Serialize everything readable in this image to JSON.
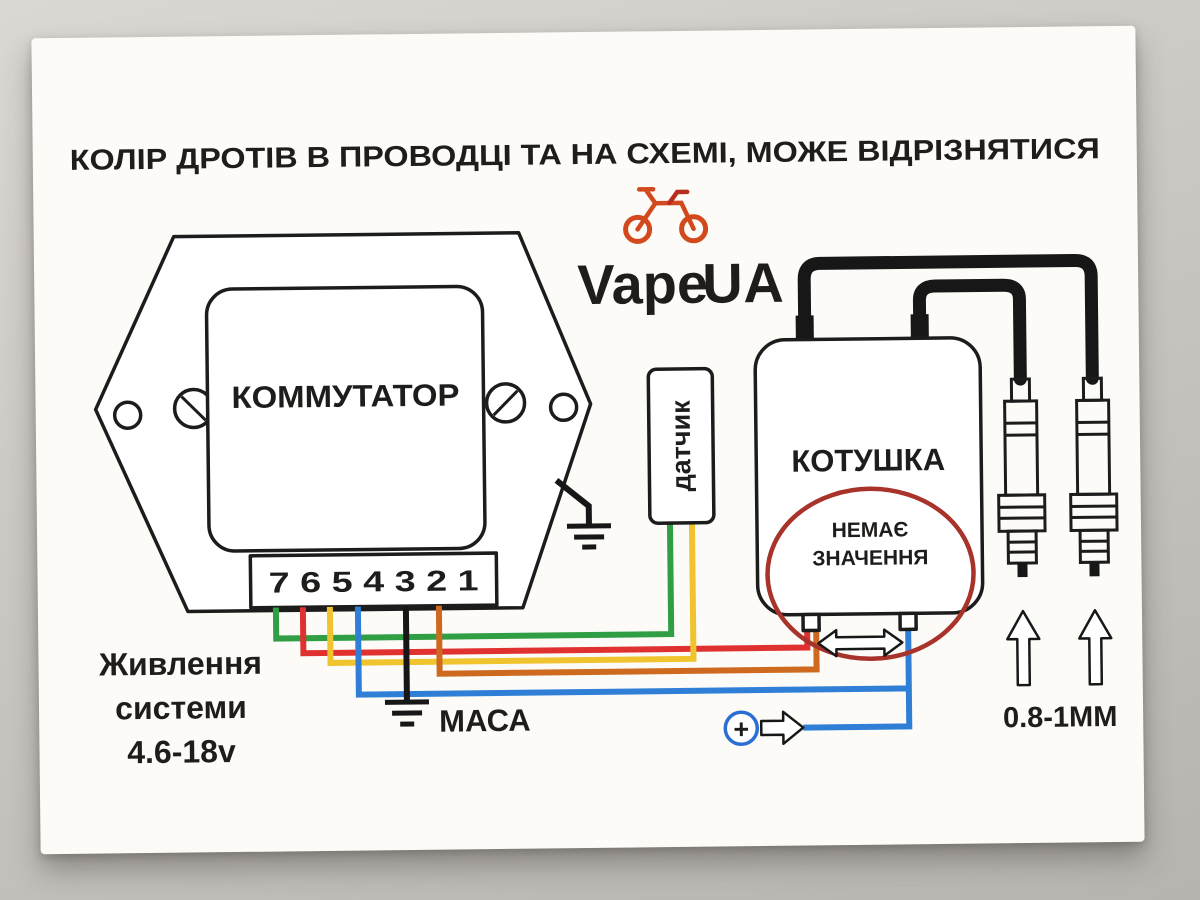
{
  "title": "КОЛІР ДРОТІВ В ПРОВОДЦІ ТА НА СХЕМІ, МОЖЕ ВІДРІЗНЯТИСЯ",
  "logo": {
    "brand": "Vape",
    "u": "U",
    "a": "A"
  },
  "commutator": {
    "label": "КОММУТАТОР",
    "pin_numbers": "7 6 5 4 3 2 1"
  },
  "sensor": {
    "label": "датчик"
  },
  "coil": {
    "label": "КОТУШКА"
  },
  "note": {
    "line1": "НЕМАЄ",
    "line2": "ЗНАЧЕННЯ"
  },
  "power": {
    "line1": "Живлення",
    "line2": "системи",
    "line3": "4.6-18v"
  },
  "ground": {
    "label": "МАСА"
  },
  "spark": {
    "gap_label": "0.8-1MM",
    "plus_symbol": "+"
  },
  "colors": {
    "wire_green": "#2f9e44",
    "wire_red": "#e03131",
    "wire_yellow": "#f0c42e",
    "wire_orange": "#cd6a1f",
    "wire_blue": "#2f7fd6",
    "wire_black": "#171717",
    "highlight_red": "#a8332b",
    "plus_blue": "#2b6fd4",
    "logo_orange": "#d2491e",
    "logo_dark": "#33241c",
    "logo_u_blue": "#2f6fd0",
    "logo_a_yellow": "#e9c227"
  }
}
